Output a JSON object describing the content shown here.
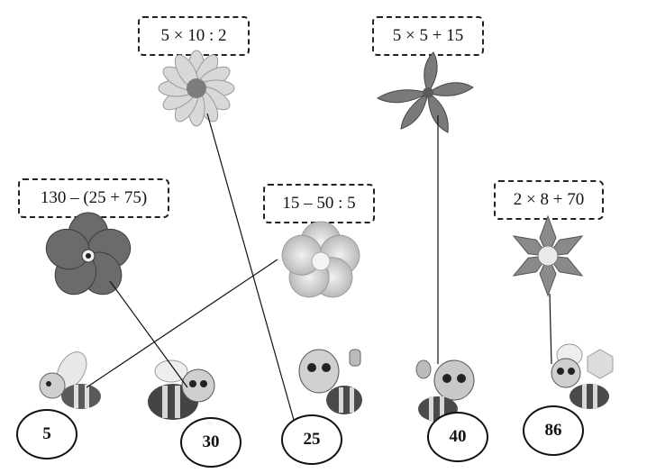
{
  "expressions": [
    {
      "id": "e1",
      "text": "5 × 10 : 2"
    },
    {
      "id": "e2",
      "text": "5 × 5 + 15"
    },
    {
      "id": "e3",
      "text": "130 – (25 + 75)"
    },
    {
      "id": "e4",
      "text": "15 – 50 : 5"
    },
    {
      "id": "e5",
      "text": "2 × 8 + 70"
    }
  ],
  "answers": [
    {
      "id": "a1",
      "text": "5"
    },
    {
      "id": "a2",
      "text": "30"
    },
    {
      "id": "a3",
      "text": "25"
    },
    {
      "id": "a4",
      "text": "40"
    },
    {
      "id": "a5",
      "text": "86"
    }
  ],
  "connections": [
    {
      "from": "flower-e1",
      "to": "answer-25"
    },
    {
      "from": "flower-e2",
      "to": "answer-40"
    },
    {
      "from": "flower-e3",
      "to": "answer-30"
    },
    {
      "from": "flower-e4",
      "to": "answer-5"
    },
    {
      "from": "flower-e5",
      "to": "answer-86"
    }
  ]
}
